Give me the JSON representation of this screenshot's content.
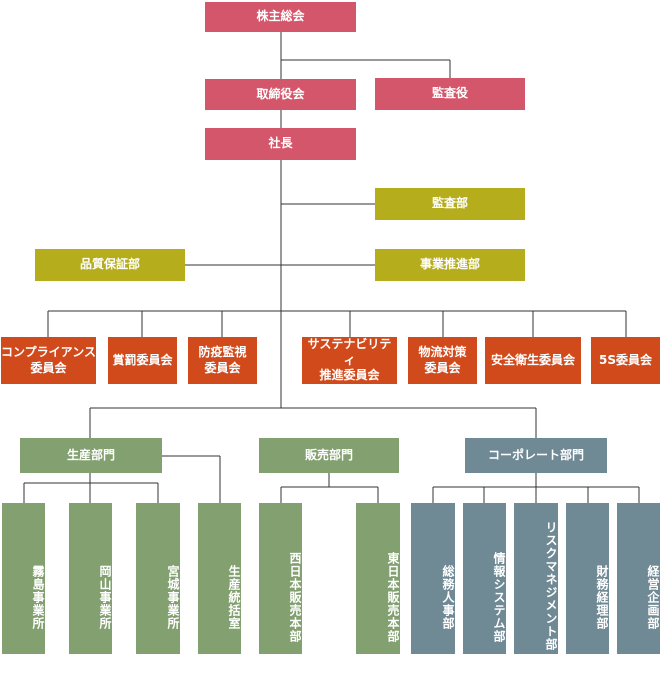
{
  "colors": {
    "governance": "#d4566a",
    "staff": "#b5ad1c",
    "committee": "#d04a1c",
    "production": "#82a070",
    "corporate": "#6f8995",
    "line": "#333333"
  },
  "top": {
    "shareholders": "株主総会",
    "board": "取締役会",
    "auditor": "監査役",
    "president": "社長"
  },
  "staff": {
    "audit_dept": "監査部",
    "quality_dept": "品質保証部",
    "business_promotion": "事業推進部"
  },
  "committees": [
    "コンプライアンス\n委員会",
    "賞罰委員会",
    "防疫監視\n委員会",
    "サステナビリティ\n推進委員会",
    "物流対策\n委員会",
    "安全衛生委員会",
    "5S委員会"
  ],
  "divisions": {
    "production": {
      "label": "生産部門",
      "units": [
        "霧島事業所",
        "岡山事業所",
        "宮城事業所",
        "生産統括室"
      ]
    },
    "sales": {
      "label": "販売部門",
      "units": [
        "西日本販売本部",
        "東日本販売本部"
      ]
    },
    "corporate": {
      "label": "コーポレート部門",
      "units": [
        "総務人事部",
        "情報システム部",
        "リスクマネジメント部",
        "財務経理部",
        "経営企画部"
      ]
    }
  }
}
